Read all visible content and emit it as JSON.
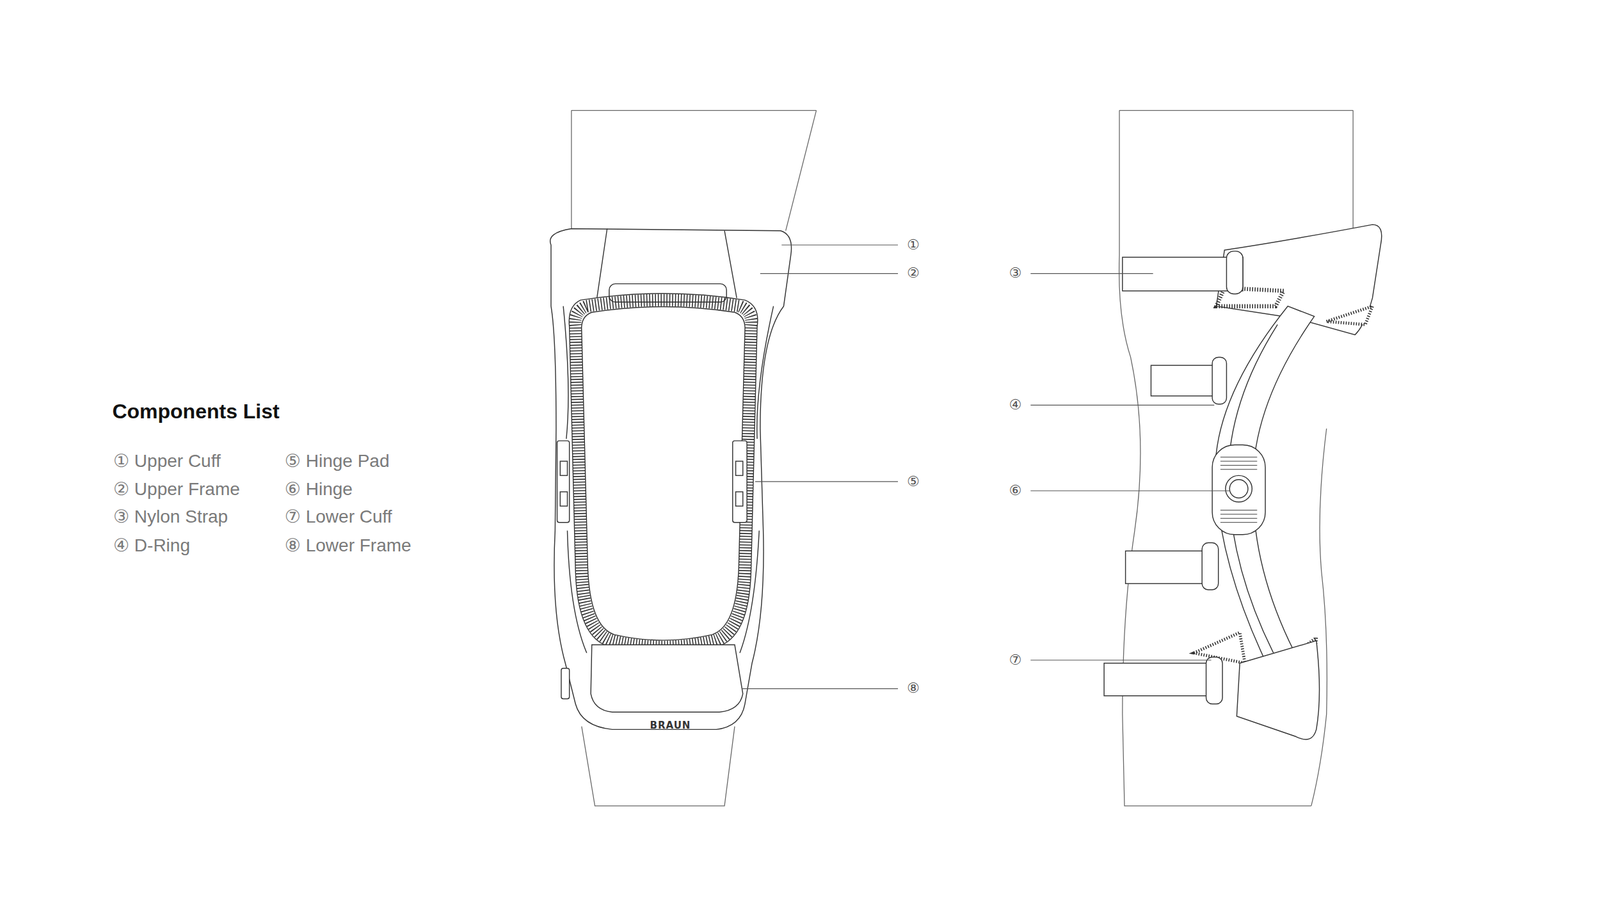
{
  "diagram": {
    "title": "Components List",
    "labels": [
      "① Upper Cuff",
      "② Upper Frame",
      "③ Nylon Strap",
      "④ D-Ring",
      "⑤ Hinge Pad",
      "⑥ Hinge",
      "⑦ Lower Cuff",
      "⑧ Lower Frame",
      "①",
      "②",
      "③",
      "④",
      "⑤",
      "⑥",
      "⑦",
      "⑧",
      "BRAUN"
    ]
  }
}
